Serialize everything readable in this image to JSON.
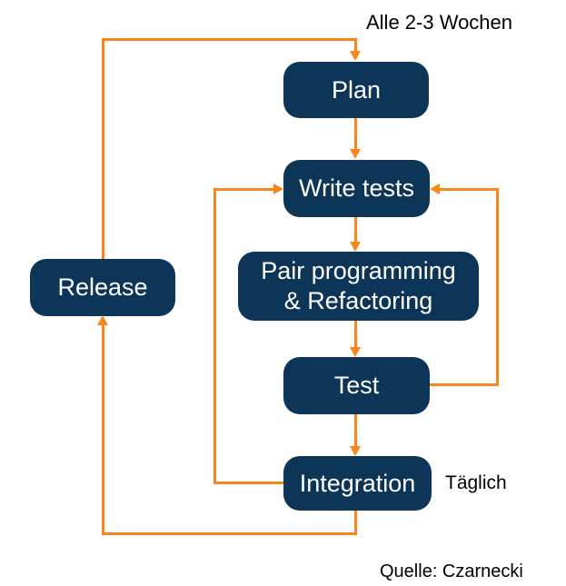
{
  "labels": {
    "cycle_note": "Alle 2-3 Wochen",
    "daily_note": "Täglich",
    "source_note": "Quelle: Czarnecki"
  },
  "nodes": {
    "plan": "Plan",
    "write_tests": "Write tests",
    "pair_programming_line1": "Pair programming",
    "pair_programming_line2": "& Refactoring",
    "test": "Test",
    "integration": "Integration",
    "release": "Release"
  },
  "colors": {
    "node_fill": "#0d3557",
    "node_text": "#ffffff",
    "arrow": "#f7871d",
    "label_text": "#000000",
    "background": "#ffffff"
  }
}
